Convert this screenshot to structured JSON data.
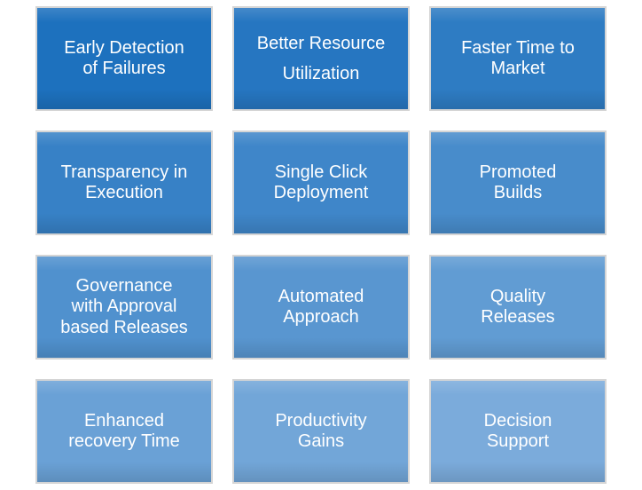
{
  "page": {
    "background_color": "#ffffff",
    "text_color": "#ffffff",
    "box_border_color": "#d5d5d5"
  },
  "grid": {
    "rows": 4,
    "cols": 3,
    "items": [
      {
        "label": "Early Detection of Failures",
        "lines": [
          "Early Detection",
          "of Failures"
        ],
        "color": "#1D71BE"
      },
      {
        "label": "Better Resource Utilization",
        "lines": [
          "Better Resource",
          "Utilization"
        ],
        "color": "#2676C1"
      },
      {
        "label": "Faster Time to Market",
        "lines": [
          "Faster Time to",
          "Market"
        ],
        "color": "#2E7CC3"
      },
      {
        "label": "Transparency in Execution",
        "lines": [
          "Transparency in",
          "Execution"
        ],
        "color": "#3781C6"
      },
      {
        "label": "Single Click Deployment",
        "lines": [
          "Single Click",
          "Deployment"
        ],
        "color": "#3F86C9"
      },
      {
        "label": "Promoted Builds",
        "lines": [
          "Promoted",
          "Builds"
        ],
        "color": "#488CCB"
      },
      {
        "label": "Governance with Approval based Releases",
        "lines": [
          "Governance",
          "with Approval",
          "based Releases"
        ],
        "color": "#5091CE"
      },
      {
        "label": "Automated Approach",
        "lines": [
          "Automated",
          "Approach"
        ],
        "color": "#5996D0"
      },
      {
        "label": "Quality Releases",
        "lines": [
          "Quality",
          "Releases"
        ],
        "color": "#619CD3"
      },
      {
        "label": "Enhanced recovery Time",
        "lines": [
          "Enhanced",
          "recovery Time"
        ],
        "color": "#6AA1D6"
      },
      {
        "label": "Productivity Gains",
        "lines": [
          "Productivity",
          "Gains"
        ],
        "color": "#72A6D8"
      },
      {
        "label": "Decision Support",
        "lines": [
          "Decision",
          "Support"
        ],
        "color": "#7BABDB"
      }
    ]
  }
}
